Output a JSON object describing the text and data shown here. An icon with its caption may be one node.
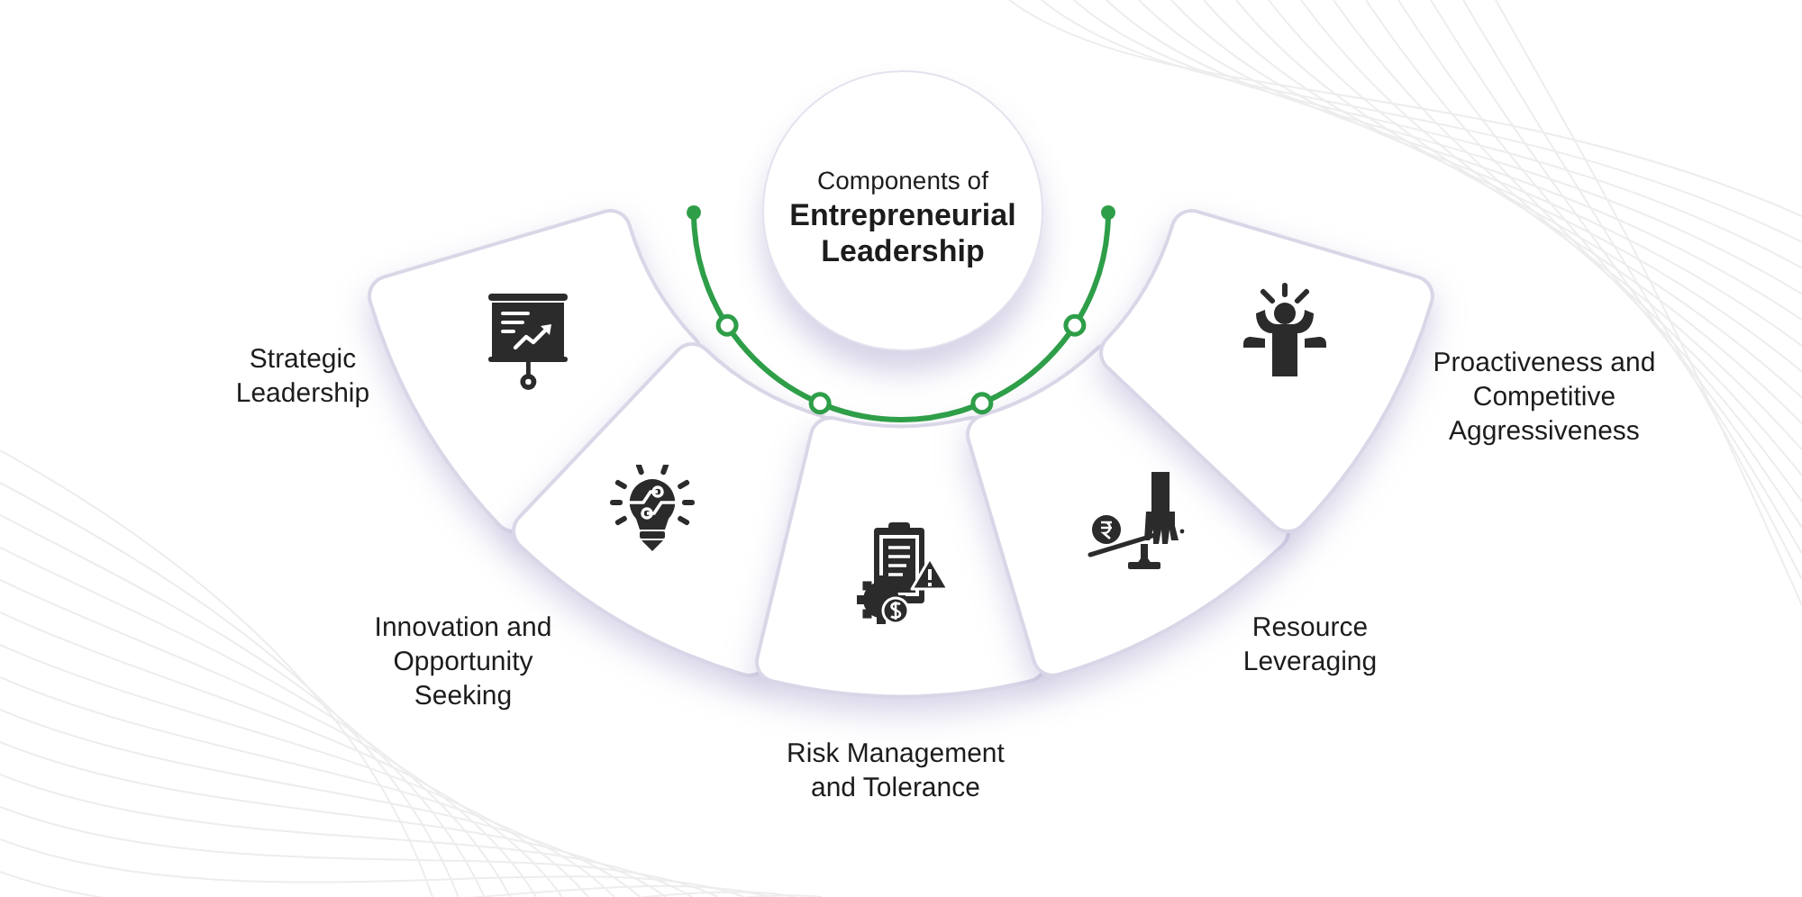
{
  "diagram": {
    "nodes": [
      {
        "text": [
          "Components of",
          "Entrepreneurial Leadership"
        ]
      },
      {
        "text": [
          "Strategic Leadership"
        ]
      },
      {
        "text": [
          "Innovation and Opportunity Seeking"
        ]
      },
      {
        "text": [
          "Risk Management and Tolerance"
        ]
      },
      {
        "text": [
          "Resource Leveraging"
        ]
      },
      {
        "text": [
          "Proactiveness and Competitive Aggressiveness"
        ]
      }
    ]
  }
}
